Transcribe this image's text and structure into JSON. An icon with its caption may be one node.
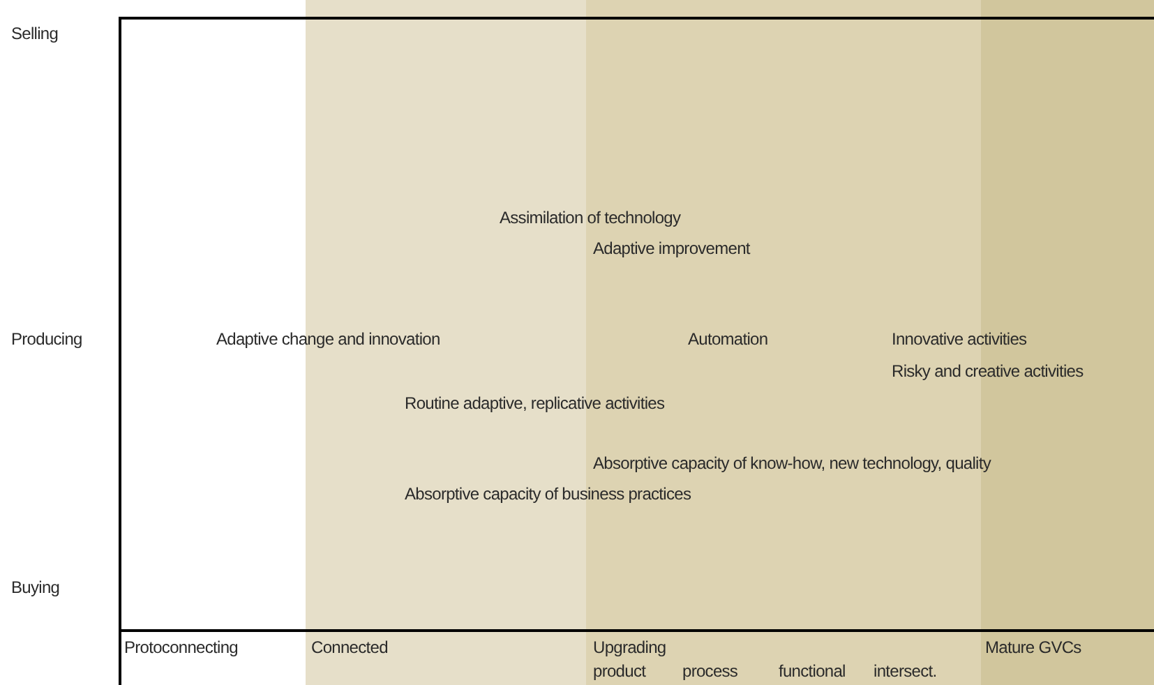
{
  "diagram": {
    "labels": [
      "Selling",
      "Assimilation of technology",
      "Adaptive improvement",
      "Producing",
      "Adaptive change and innovation",
      "Automation",
      "Innovative activities",
      "Risky and creative activities",
      "Routine adaptive, replicative activities",
      "Absorptive capacity of know-how, new technology, quality",
      "Absorptive capacity of business practices",
      "Buying",
      "Protoconnecting",
      "Connected",
      "Upgrading",
      "Mature GVCs",
      "product",
      "process",
      "functional",
      "intersect."
    ]
  }
}
